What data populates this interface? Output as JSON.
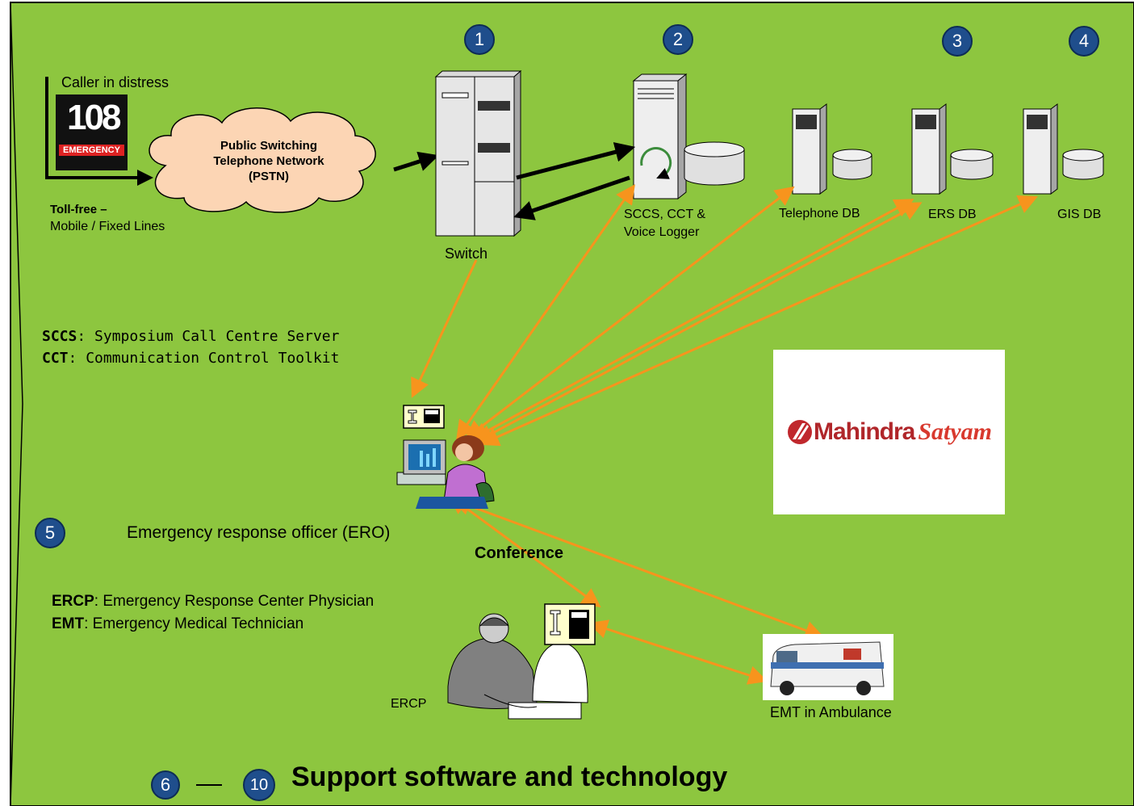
{
  "caller": {
    "label": "Caller in distress",
    "emblem_number": "108",
    "emblem_text": "EMERGENCY",
    "tollfree_bold": "Toll-free –",
    "tollfree_lines": "Mobile / Fixed Lines"
  },
  "pstn": {
    "line1": "Public Switching",
    "line2": "Telephone Network",
    "line3": "(PSTN)"
  },
  "nodes": {
    "switch": "Switch",
    "sccs_line1": "SCCS, CCT &",
    "sccs_line2": "Voice Logger",
    "telephone_db": "Telephone DB",
    "ers_db": "ERS DB",
    "gis_db": "GIS DB"
  },
  "badges": {
    "b1": "1",
    "b2": "2",
    "b3": "3",
    "b4": "4",
    "b5": "5",
    "b6": "6",
    "b10": "10"
  },
  "glossary": {
    "sccs_abbr": "SCCS",
    "sccs_def": ": Symposium Call Centre Server",
    "cct_abbr": "CCT",
    "cct_def": ": Communication Control Toolkit",
    "ercp_abbr": "ERCP",
    "ercp_def": ": Emergency Response Center Physician",
    "emt_abbr": "EMT",
    "emt_def": ": Emergency Medical Technician"
  },
  "ero_label": "Emergency response officer (ERO)",
  "conference_label": "Conference",
  "ercp_label": "ERCP",
  "emt_label": "EMT in Ambulance",
  "logo": {
    "part1": "Mahindra",
    "part2": "Satyam"
  },
  "footer": "Support software and technology",
  "colors": {
    "background": "#8dc63f",
    "arrow_orange": "#f7941d",
    "badge": "#1f4e8c",
    "cloud": "#fcd5b4"
  }
}
